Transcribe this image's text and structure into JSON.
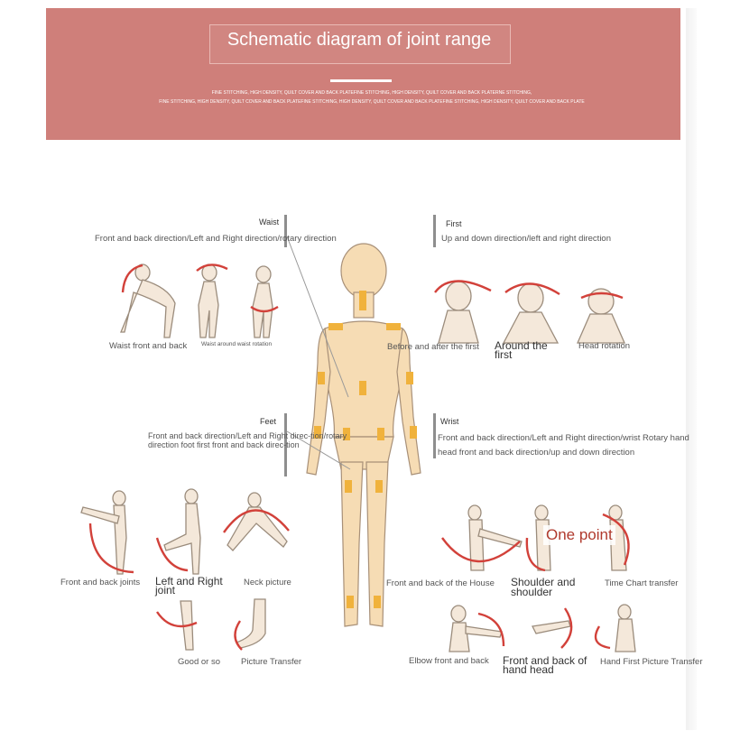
{
  "header": {
    "title": "Schematic diagram of joint range",
    "fine_print_1": "FINE STITCHING, HIGH DENSITY, QUILT COVER AND BACK PLATEFINE STITCHING, HIGH DENSITY, QUILT COVER AND BACK PLATERNE STITCHING,",
    "fine_print_2": "FINE STITCHING, HIGH DENSITY, QUILT COVER AND BACK PLATEFINE STITCHING, HIGH DENSITY, QUILT COVER AND BACK PLATEFINE STITCHING, HIGH DENSITY, QUILT COVER AND BACK PLATE"
  },
  "sections": {
    "waist": {
      "title": "Waist",
      "description": "Front and back direction/Left and Right direction/rotary direction",
      "captions": [
        "Waist front and back",
        "Waist around waist rotation"
      ]
    },
    "head": {
      "title": "First",
      "description": "Up and down direction/left and right direction",
      "captions": [
        "Before and after the first",
        "Around the first",
        "Head rotation"
      ]
    },
    "feet": {
      "title": "Feet",
      "description": "Front and back direction/Left and Right direc-tion/rotary direction foot first front and back direc-tion",
      "captions": [
        "Front and back joints",
        "Left and Right joint",
        "Neck picture",
        "Good or so",
        "Picture Transfer"
      ]
    },
    "wrist": {
      "title": "Wrist",
      "description": "Front and back direction/Left and Right direction/wrist Rotary hand head front and back direction/up and down direction",
      "captions": [
        "Front and back of the House",
        "Shoulder and shoulder",
        "Time Chart transfer",
        "Elbow front and back",
        "Front and back of hand head",
        "Hand First Picture Transfer"
      ]
    }
  },
  "callout": "One point",
  "colors": {
    "header_bg": "#cf7f7a",
    "accent_arrow": "#d2413a",
    "joint_marker": "#f0b23c",
    "figure_fill": "#f6dcb4"
  }
}
